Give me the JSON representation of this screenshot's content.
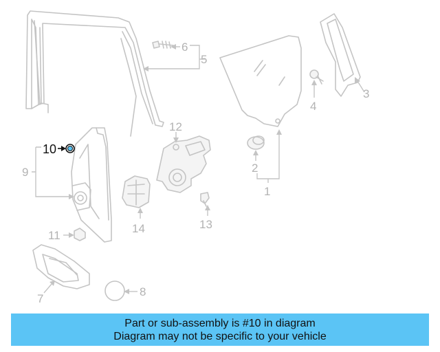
{
  "diagram": {
    "highlight_color": "#111111",
    "part_line_color": "#c4c4c4",
    "callouts": {
      "c1": "1",
      "c2": "2",
      "c3": "3",
      "c4": "4",
      "c5": "5",
      "c6": "6",
      "c7": "7",
      "c8": "8",
      "c9": "9",
      "c10": "10",
      "c11": "11",
      "c12": "12",
      "c13": "13",
      "c14": "14"
    }
  },
  "banner": {
    "line1": "Part or sub-assembly is #10 in diagram",
    "line2": "Diagram may not be specific to your vehicle",
    "background": "#5bc4f5"
  }
}
